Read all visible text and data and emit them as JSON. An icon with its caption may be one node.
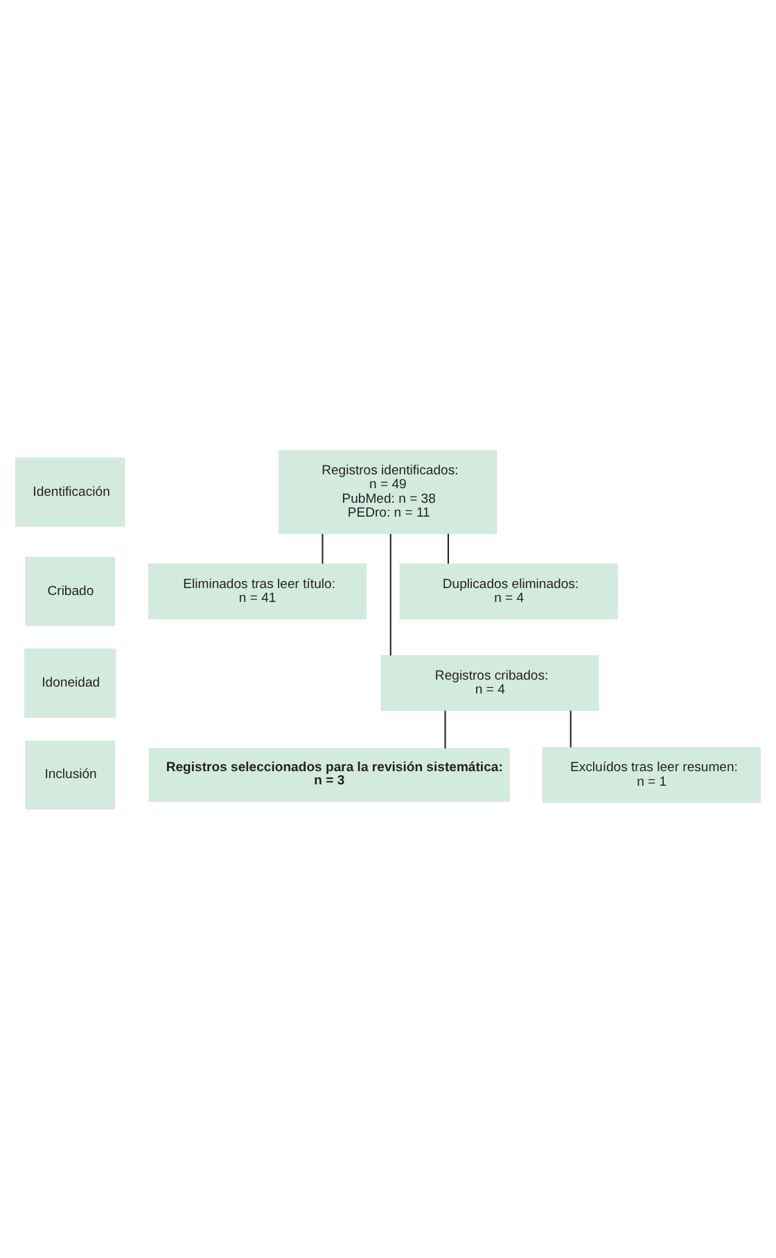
{
  "diagram": {
    "nodes": [
      {
        "text": [
          "Identificación"
        ]
      },
      {
        "text": [
          "Cribado"
        ]
      },
      {
        "text": [
          "Idoneidad"
        ]
      },
      {
        "text": [
          "Inclusión"
        ]
      },
      {
        "text": [
          "Registros identificados:",
          "n = 49",
          "PubMed: n = 38",
          "PEDro: n = 11"
        ]
      },
      {
        "text": [
          "Eliminados tras leer título:",
          "n = 41"
        ]
      },
      {
        "text": [
          "Duplicados eliminados:",
          "n = 4"
        ]
      },
      {
        "text": [
          "Registros cribados:",
          "n = 4"
        ]
      },
      {
        "text": [
          "Excluídos tras leer resumen:",
          "n = 1"
        ]
      },
      {
        "text": [
          "Registros seleccionados para la revisión sistemática:",
          "n = 3"
        ]
      }
    ],
    "edges": [
      {
        "from": 4,
        "to": 5,
        "arrow": "none"
      },
      {
        "from": 4,
        "to": 6,
        "arrow": "none"
      },
      {
        "from": 4,
        "to": 7,
        "arrow": "none"
      },
      {
        "from": 7,
        "to": 8,
        "arrow": "none"
      },
      {
        "from": 7,
        "to": 9,
        "arrow": "none"
      }
    ]
  }
}
